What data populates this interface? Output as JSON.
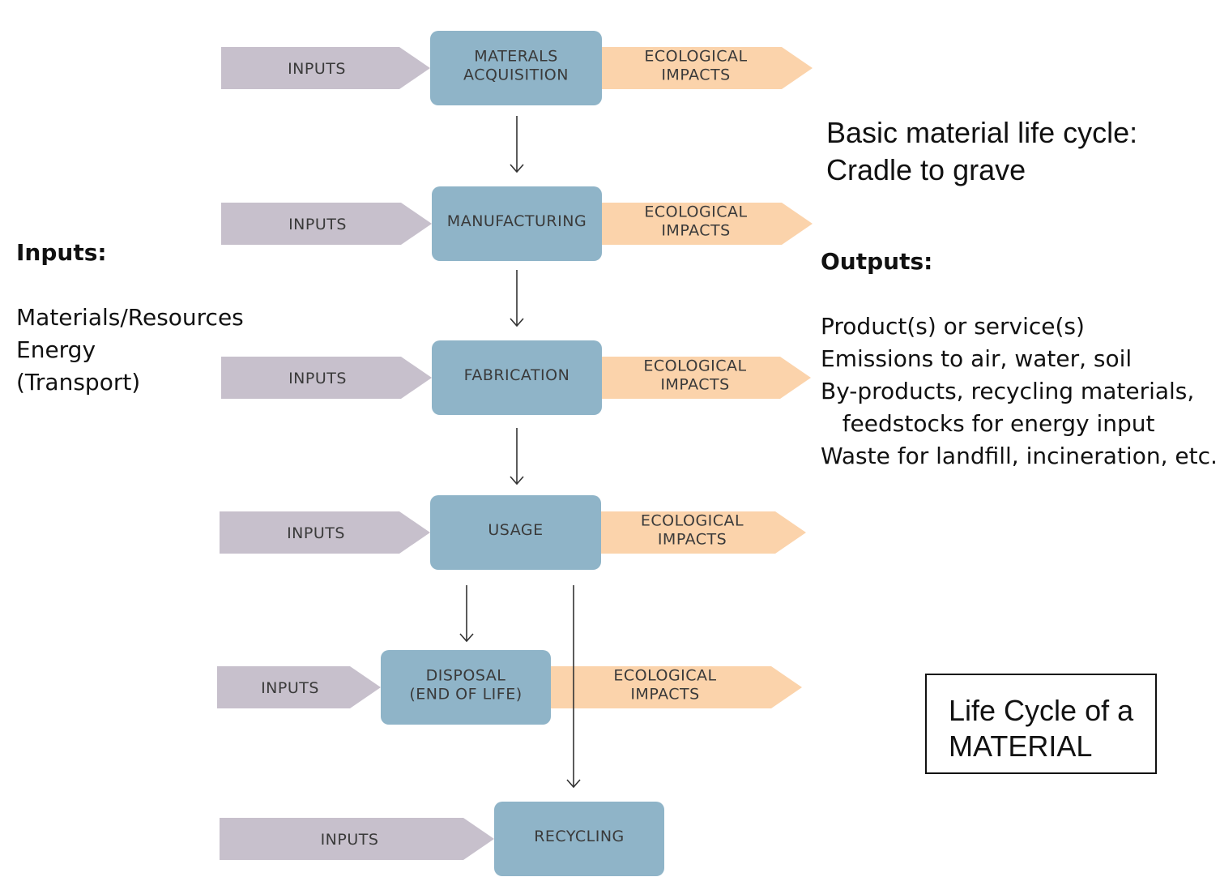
{
  "stages": [
    {
      "lines": [
        "MATERALS",
        "ACQUISITION"
      ],
      "input": "INPUTS",
      "impact": [
        "ECOLOGICAL",
        "IMPACTS"
      ]
    },
    {
      "lines": [
        "MANUFACTURING"
      ],
      "input": "INPUTS",
      "impact": [
        "ECOLOGICAL",
        "IMPACTS"
      ]
    },
    {
      "lines": [
        "FABRICATION"
      ],
      "input": "INPUTS",
      "impact": [
        "ECOLOGICAL",
        "IMPACTS"
      ]
    },
    {
      "lines": [
        "USAGE"
      ],
      "input": "INPUTS",
      "impact": [
        "ECOLOGICAL",
        "IMPACTS"
      ]
    },
    {
      "lines": [
        "DISPOSAL",
        "(END OF LIFE)"
      ],
      "input": "INPUTS",
      "impact": [
        "ECOLOGICAL",
        "IMPACTS"
      ]
    },
    {
      "lines": [
        "RECYCLING"
      ],
      "input": "INPUTS",
      "impact": null
    }
  ],
  "title": {
    "line1": "Basic material life cycle:",
    "line2": "Cradle to grave"
  },
  "inputs_panel": {
    "heading": "Inputs:",
    "items": [
      "Materials/Resources",
      "Energy",
      "(Transport)"
    ]
  },
  "outputs_panel": {
    "heading": "Outputs:",
    "items": [
      "Product(s) or service(s)",
      "Emissions to air, water, soil",
      "By-products, recycling materials,",
      "   feedstocks for energy input",
      "Waste for landfill, incineration, etc."
    ]
  },
  "boxed_title": {
    "line1": "Life Cycle of a",
    "line2": "MATERIAL"
  },
  "colors": {
    "stage_box": "#8fb4c8",
    "input_arrow": "#c7c0cc",
    "impact_arrow": "#fbd3ab",
    "connector": "#333333"
  }
}
